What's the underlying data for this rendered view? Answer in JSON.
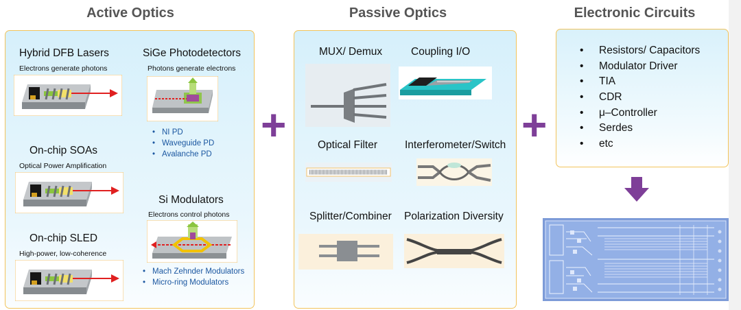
{
  "headers": {
    "active": "Active Optics",
    "passive": "Passive Optics",
    "electronic": "Electronic Circuits"
  },
  "active": {
    "dfb": {
      "title": "Hybrid DFB Lasers",
      "subtitle": "Electrons generate photons"
    },
    "soa": {
      "title": "On-chip SOAs",
      "subtitle": "Optical Power Amplification"
    },
    "sled": {
      "title": "On-chip SLED",
      "subtitle": "High-power, low-coherence"
    },
    "pd": {
      "title": "SiGe Photodetectors",
      "subtitle": "Photons generate electrons",
      "items": [
        "NI PD",
        "Waveguide PD",
        "Avalanche PD"
      ]
    },
    "mod": {
      "title": "Si Modulators",
      "subtitle": "Electrons control photons",
      "items": [
        "Mach Zehnder Modulators",
        "Micro-ring Modulators"
      ]
    }
  },
  "passive": {
    "mux": "MUX/ Demux",
    "coupling": "Coupling I/O",
    "filter": "Optical Filter",
    "interferometer": "Interferometer/Switch",
    "splitter": "Splitter/Combiner",
    "polarization": "Polarization Diversity"
  },
  "electronic": {
    "items": [
      "Resistors/ Capacitors",
      "Modulator Driver",
      "TIA",
      "CDR",
      "μ–Controller",
      "Serdes",
      "etc"
    ]
  },
  "plus_symbol": "+",
  "colors": {
    "accent": "#7e3f98",
    "panel_border": "#f2c35a",
    "list_blue": "#1b57a0",
    "laser_red": "#e02020"
  }
}
